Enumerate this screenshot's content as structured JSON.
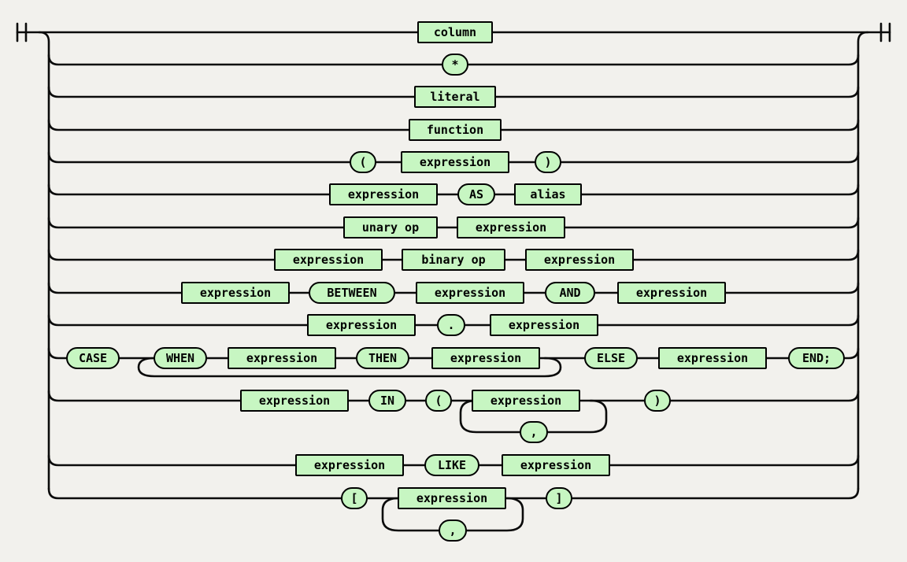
{
  "diagram": {
    "kind": "railroad-syntax-diagram",
    "subject": "expression",
    "colors": {
      "background": "#f2f1ed",
      "node_fill": "#c7f6c2",
      "node_border": "#000000",
      "line": "#0b0b0b"
    },
    "rows": [
      {
        "items": [
          {
            "type": "nonterminal",
            "label": "column"
          }
        ]
      },
      {
        "items": [
          {
            "type": "terminal",
            "label": "*"
          }
        ]
      },
      {
        "items": [
          {
            "type": "nonterminal",
            "label": "literal"
          }
        ]
      },
      {
        "items": [
          {
            "type": "nonterminal",
            "label": "function"
          }
        ]
      },
      {
        "items": [
          {
            "type": "terminal",
            "label": "("
          },
          {
            "type": "nonterminal",
            "label": "expression"
          },
          {
            "type": "terminal",
            "label": ")"
          }
        ]
      },
      {
        "items": [
          {
            "type": "nonterminal",
            "label": "expression"
          },
          {
            "type": "terminal",
            "label": "AS"
          },
          {
            "type": "nonterminal",
            "label": "alias"
          }
        ]
      },
      {
        "items": [
          {
            "type": "nonterminal",
            "label": "unary op"
          },
          {
            "type": "nonterminal",
            "label": "expression"
          }
        ]
      },
      {
        "items": [
          {
            "type": "nonterminal",
            "label": "expression"
          },
          {
            "type": "nonterminal",
            "label": "binary op"
          },
          {
            "type": "nonterminal",
            "label": "expression"
          }
        ]
      },
      {
        "items": [
          {
            "type": "nonterminal",
            "label": "expression"
          },
          {
            "type": "terminal",
            "label": "BETWEEN"
          },
          {
            "type": "nonterminal",
            "label": "expression"
          },
          {
            "type": "terminal",
            "label": "AND"
          },
          {
            "type": "nonterminal",
            "label": "expression"
          }
        ]
      },
      {
        "items": [
          {
            "type": "nonterminal",
            "label": "expression"
          },
          {
            "type": "terminal",
            "label": "."
          },
          {
            "type": "nonterminal",
            "label": "expression"
          }
        ]
      },
      {
        "loop": "repeat WHEN...THEN clause",
        "items": [
          {
            "type": "terminal",
            "label": "CASE"
          },
          {
            "type": "terminal",
            "label": "WHEN"
          },
          {
            "type": "nonterminal",
            "label": "expression"
          },
          {
            "type": "terminal",
            "label": "THEN"
          },
          {
            "type": "nonterminal",
            "label": "expression"
          },
          {
            "type": "terminal",
            "label": "ELSE"
          },
          {
            "type": "nonterminal",
            "label": "expression"
          },
          {
            "type": "terminal",
            "label": "END;"
          }
        ]
      },
      {
        "loop_separator": ",",
        "items": [
          {
            "type": "nonterminal",
            "label": "expression"
          },
          {
            "type": "terminal",
            "label": "IN"
          },
          {
            "type": "terminal",
            "label": "("
          },
          {
            "type": "nonterminal",
            "label": "expression"
          },
          {
            "type": "terminal",
            "label": ")"
          }
        ]
      },
      {
        "items": [
          {
            "type": "nonterminal",
            "label": "expression"
          },
          {
            "type": "terminal",
            "label": "LIKE"
          },
          {
            "type": "nonterminal",
            "label": "expression"
          }
        ]
      },
      {
        "loop_separator": ",",
        "items": [
          {
            "type": "terminal",
            "label": "["
          },
          {
            "type": "nonterminal",
            "label": "expression"
          },
          {
            "type": "terminal",
            "label": "]"
          }
        ]
      }
    ]
  }
}
